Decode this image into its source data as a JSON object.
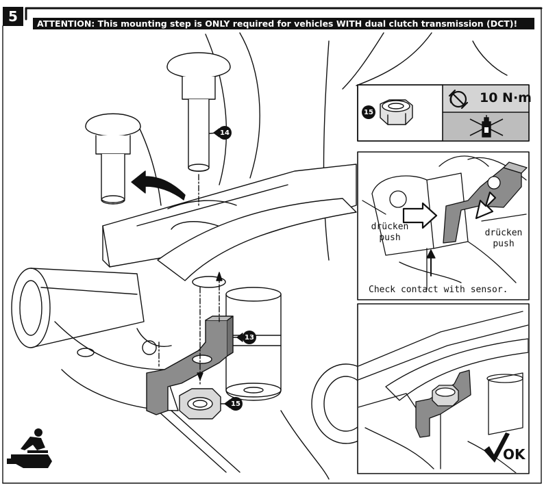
{
  "step": {
    "number": "5"
  },
  "attention": {
    "text": "ATTENTION: This mounting step is ONLY required for vehicles WITH dual clutch transmission (DCT)!"
  },
  "parts": {
    "bolt_label": "14",
    "bracket_label": "13",
    "nut_label": "15",
    "nut_callout_label": "15"
  },
  "spec_panel": {
    "torque": "10 N·m",
    "icons": [
      "torque-wrench-icon",
      "no-threadlock-icon"
    ]
  },
  "detail_panel": {
    "left_label_de": "drücken",
    "left_label_en": "push",
    "right_label_de": "drücken",
    "right_label_en": "push",
    "caption": "Check contact with sensor."
  },
  "result_panel": {
    "ok_label": "OK",
    "icon": "checkmark-icon"
  },
  "corner_icon": "mechanic-ramp-icon"
}
